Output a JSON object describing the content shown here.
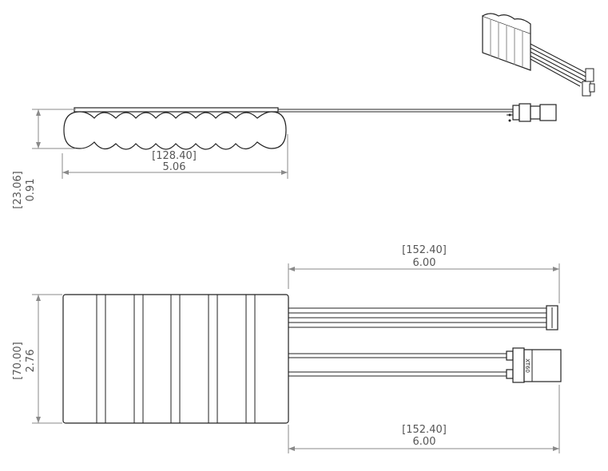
{
  "dimensions": {
    "side_width_mm": "[128.40]",
    "side_width_in": "5.06",
    "side_height_mm": "[23.06]",
    "side_height_in": "0.91",
    "top_lead_mm": "[152.40]",
    "top_lead_in": "6.00",
    "top_height_mm": "[70.00]",
    "top_height_in": "2.76",
    "bottom_lead_mm": "[152.40]",
    "bottom_lead_in": "6.00"
  },
  "connector": {
    "xt_label": "XT60"
  },
  "cell_count": 6,
  "colors": {
    "outline": "#222222",
    "dimension": "#8a8a8a",
    "text": "#555555"
  }
}
